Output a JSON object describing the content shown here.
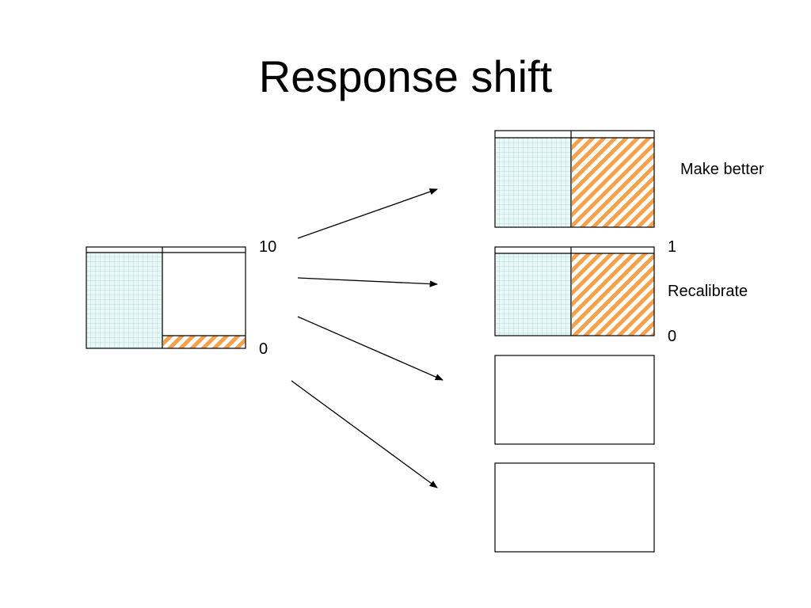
{
  "slide": {
    "title": "Response shift"
  },
  "left_scale": {
    "top_label": "10",
    "bottom_label": "0",
    "fill": {
      "blue_grid": 1.0,
      "orange_hatch": 0.13
    }
  },
  "outcomes": [
    {
      "name": "make-better",
      "label": "Make better",
      "fill": {
        "blue_grid": 1.0,
        "orange_hatch": 1.0
      }
    },
    {
      "name": "recalibrate",
      "label": "Recalibrate",
      "top_label": "1",
      "bottom_label": "0",
      "fill": {
        "blue_grid": 1.0,
        "orange_hatch": 1.0
      }
    },
    {
      "name": "empty-3",
      "fill": {
        "blue_grid": 0,
        "orange_hatch": 0
      }
    },
    {
      "name": "empty-4",
      "fill": {
        "blue_grid": 0,
        "orange_hatch": 0
      }
    }
  ],
  "colors": {
    "grid_fill": "#eaf7f7",
    "grid_line": "#9fd6d6",
    "hatch": "#f5a04a",
    "stroke": "#000000"
  }
}
